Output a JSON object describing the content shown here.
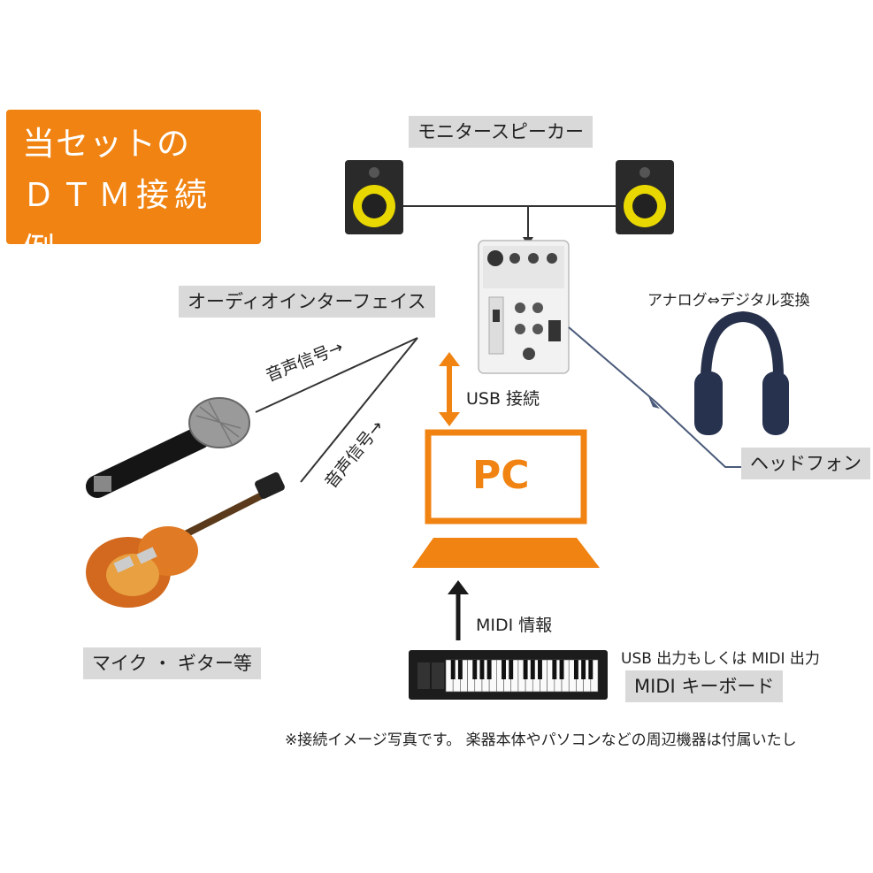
{
  "title": {
    "line1": "当セットの",
    "line2": "ＤＴＭ接続例"
  },
  "labels": {
    "monitor_speaker": "モニタースピーカー",
    "audio_interface": "オーディオインターフェイス",
    "signal1": "音声信号→",
    "signal2": "音声信号→",
    "usb": "USB 接続",
    "pc": "PC",
    "adc": "アナログ⇔デジタル変換",
    "headphones": "ヘッドフォン",
    "mic_guitar": "マイク ・ ギター等",
    "midi_info": "MIDI 情報",
    "usb_midi_out": "USB 出力もしくは MIDI 出力",
    "midi_keyboard": "MIDI キーボード",
    "note": "※接続イメージ写真です。 楽器本体やパソコンなどの周辺機器は付属いたし"
  },
  "colors": {
    "accent": "#f08312",
    "label_bg": "#d9d9d9",
    "line": "#333333",
    "cable": "#4a5a7a"
  }
}
